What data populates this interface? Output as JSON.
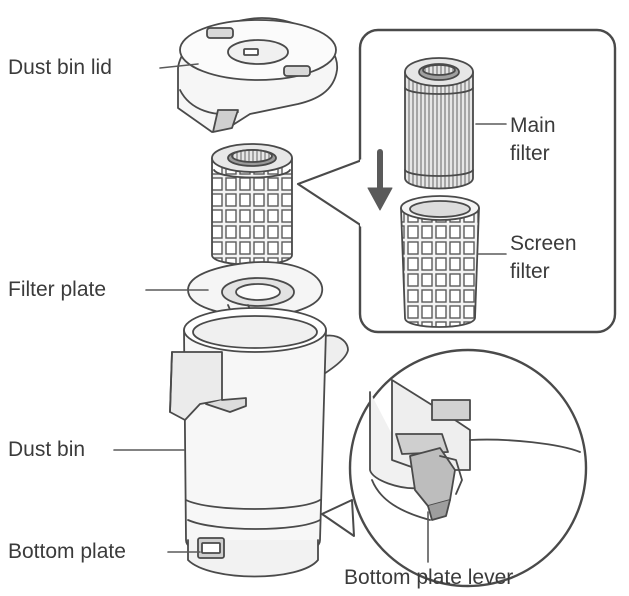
{
  "labels": {
    "dust_bin_lid": "Dust bin lid",
    "main_filter_1": "Main",
    "main_filter_2": "filter",
    "screen_filter_1": "Screen",
    "screen_filter_2": "filter",
    "filter_plate": "Filter plate",
    "dust_bin": "Dust bin",
    "bottom_plate": "Bottom plate",
    "bottom_plate_lever": "Bottom plate lever"
  },
  "colors": {
    "body_fill": "#f4f4f4",
    "line": "#4a4a4a",
    "shade": "#cfcfcf",
    "dark": "#9a9a9a"
  }
}
